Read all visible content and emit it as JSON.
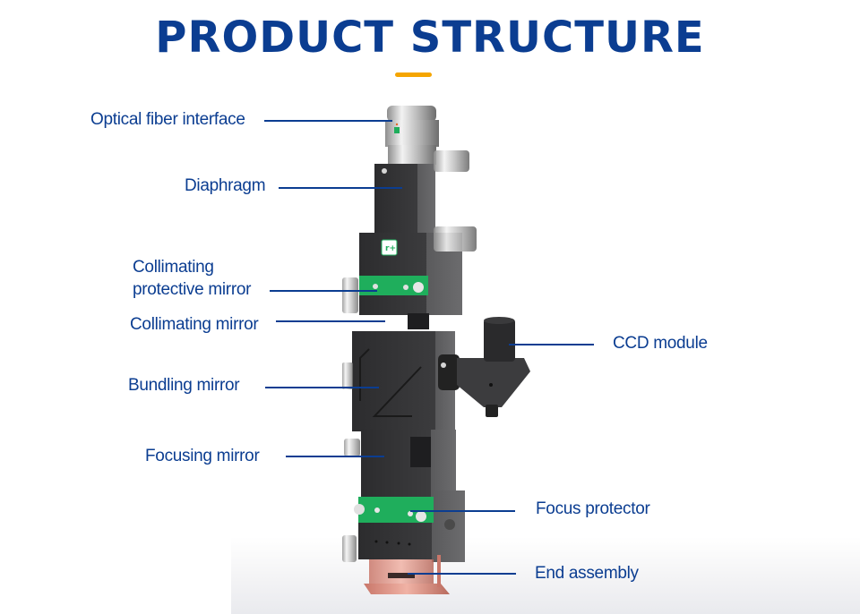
{
  "header": {
    "title": "PRODUCT STRUCTURE",
    "accent_color": "#f5a500",
    "title_color": "#0b3d91"
  },
  "diagram": {
    "subject": "laser cutting head",
    "labels_left": [
      {
        "id": "optical-fiber-interface",
        "text": "Optical fiber interface"
      },
      {
        "id": "diaphragm",
        "text": "Diaphragm"
      },
      {
        "id": "collimating-protective-mirror",
        "text_line1": "Collimating",
        "text_line2": "protective mirror"
      },
      {
        "id": "collimating-mirror",
        "text": "Collimating mirror"
      },
      {
        "id": "bundling-mirror",
        "text": "Bundling mirror"
      },
      {
        "id": "focusing-mirror",
        "text": "Focusing mirror"
      }
    ],
    "labels_right": [
      {
        "id": "ccd-module",
        "text": "CCD module"
      },
      {
        "id": "focus-protector",
        "text": "Focus protector"
      },
      {
        "id": "end-assembly",
        "text": "End assembly"
      }
    ],
    "label_color": "#0b3d91",
    "body_color": "#3a3a3c",
    "band_color": "#1fae5c",
    "nozzle_color": "#d98a7a"
  }
}
